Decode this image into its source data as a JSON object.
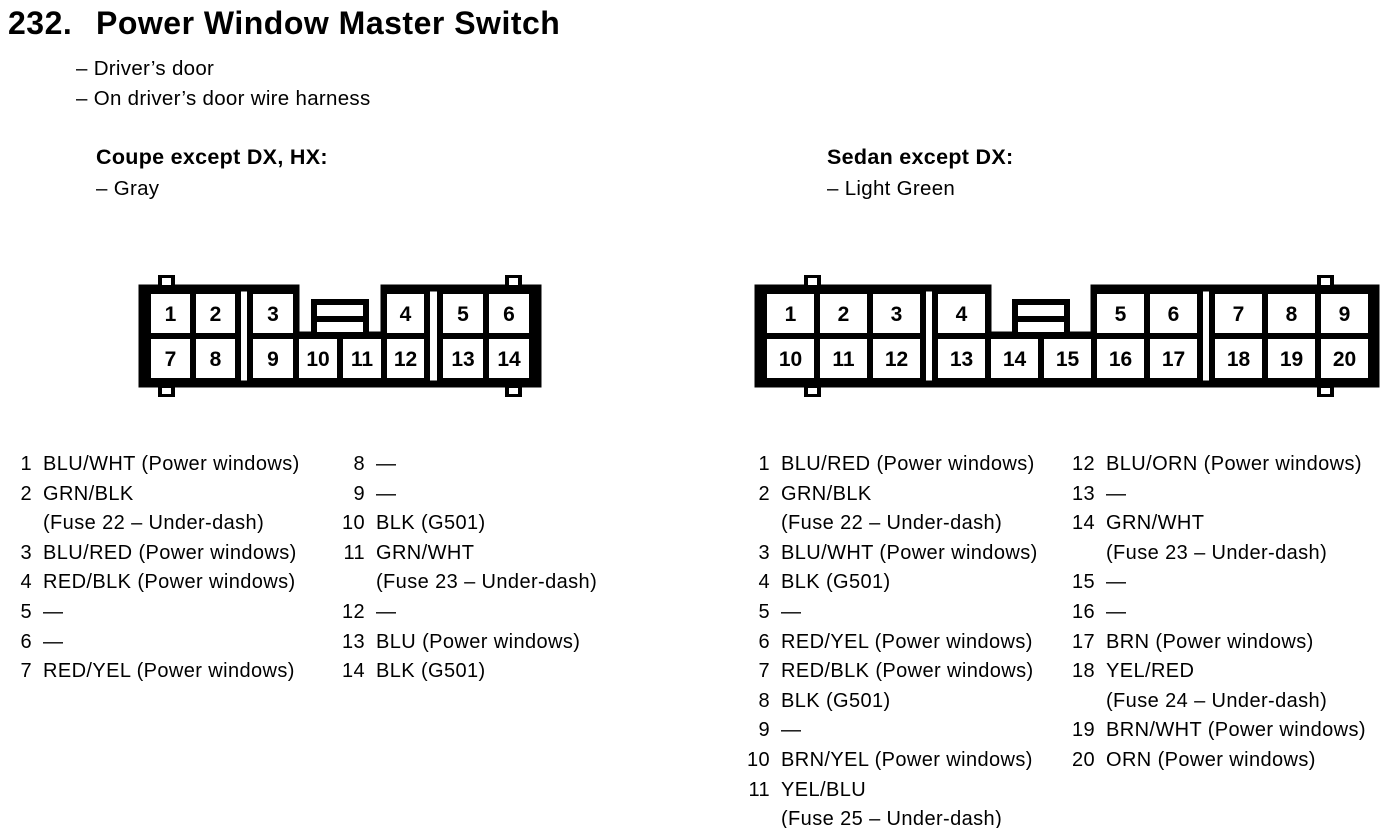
{
  "page": {
    "section_number": "232.",
    "title": "Power Window Master Switch",
    "bullets": [
      "– Driver’s door",
      "– On driver’s door wire harness"
    ],
    "ink_color": "#000000",
    "paper_color": "#ffffff"
  },
  "coupe": {
    "heading": "Coupe except DX, HX:",
    "color_note": "– Gray",
    "connector": {
      "top_pins": [
        "1",
        "2",
        "3",
        "4",
        "5",
        "6"
      ],
      "bottom_pins": [
        "7",
        "8",
        "9",
        "10",
        "11",
        "12",
        "13",
        "14"
      ]
    },
    "pin_list_col1": [
      {
        "n": "1",
        "label": "BLU/WHT (Power windows)"
      },
      {
        "n": "2",
        "label": "GRN/BLK",
        "sub": "(Fuse 22 – Under-dash)"
      },
      {
        "n": "3",
        "label": "BLU/RED (Power windows)"
      },
      {
        "n": "4",
        "label": "RED/BLK (Power windows)"
      },
      {
        "n": "5",
        "label": "—"
      },
      {
        "n": "6",
        "label": "—"
      },
      {
        "n": "7",
        "label": "RED/YEL (Power windows)"
      }
    ],
    "pin_list_col2": [
      {
        "n": "8",
        "label": "—"
      },
      {
        "n": "9",
        "label": "—"
      },
      {
        "n": "10",
        "label": "BLK (G501)"
      },
      {
        "n": "11",
        "label": "GRN/WHT",
        "sub": "(Fuse 23 – Under-dash)"
      },
      {
        "n": "12",
        "label": "—"
      },
      {
        "n": "13",
        "label": "BLU (Power windows)"
      },
      {
        "n": "14",
        "label": "BLK (G501)"
      }
    ]
  },
  "sedan": {
    "heading": "Sedan except DX:",
    "color_note": "– Light Green",
    "connector": {
      "top_pins": [
        "1",
        "2",
        "3",
        "4",
        "5",
        "6",
        "7",
        "8",
        "9"
      ],
      "bottom_pins": [
        "10",
        "11",
        "12",
        "13",
        "14",
        "15",
        "16",
        "17",
        "18",
        "19",
        "20"
      ]
    },
    "pin_list_col1": [
      {
        "n": "1",
        "label": "BLU/RED (Power windows)"
      },
      {
        "n": "2",
        "label": "GRN/BLK",
        "sub": "(Fuse 22 – Under-dash)"
      },
      {
        "n": "3",
        "label": "BLU/WHT (Power windows)"
      },
      {
        "n": "4",
        "label": "BLK (G501)"
      },
      {
        "n": "5",
        "label": "—"
      },
      {
        "n": "6",
        "label": "RED/YEL (Power windows)"
      },
      {
        "n": "7",
        "label": "RED/BLK (Power windows)"
      },
      {
        "n": "8",
        "label": "BLK (G501)"
      },
      {
        "n": "9",
        "label": "—"
      },
      {
        "n": "10",
        "label": "BRN/YEL (Power windows)"
      },
      {
        "n": "11",
        "label": "YEL/BLU",
        "sub": "(Fuse 25 – Under-dash)"
      }
    ],
    "pin_list_col2": [
      {
        "n": "12",
        "label": "BLU/ORN (Power windows)"
      },
      {
        "n": "13",
        "label": "—"
      },
      {
        "n": "14",
        "label": "GRN/WHT",
        "sub": "(Fuse 23 – Under-dash)"
      },
      {
        "n": "15",
        "label": "—"
      },
      {
        "n": "16",
        "label": "—"
      },
      {
        "n": "17",
        "label": "BRN (Power windows)"
      },
      {
        "n": "18",
        "label": "YEL/RED",
        "sub": "(Fuse 24 – Under-dash)"
      },
      {
        "n": "19",
        "label": "BRN/WHT (Power windows)"
      },
      {
        "n": "20",
        "label": "ORN (Power windows)"
      }
    ]
  }
}
